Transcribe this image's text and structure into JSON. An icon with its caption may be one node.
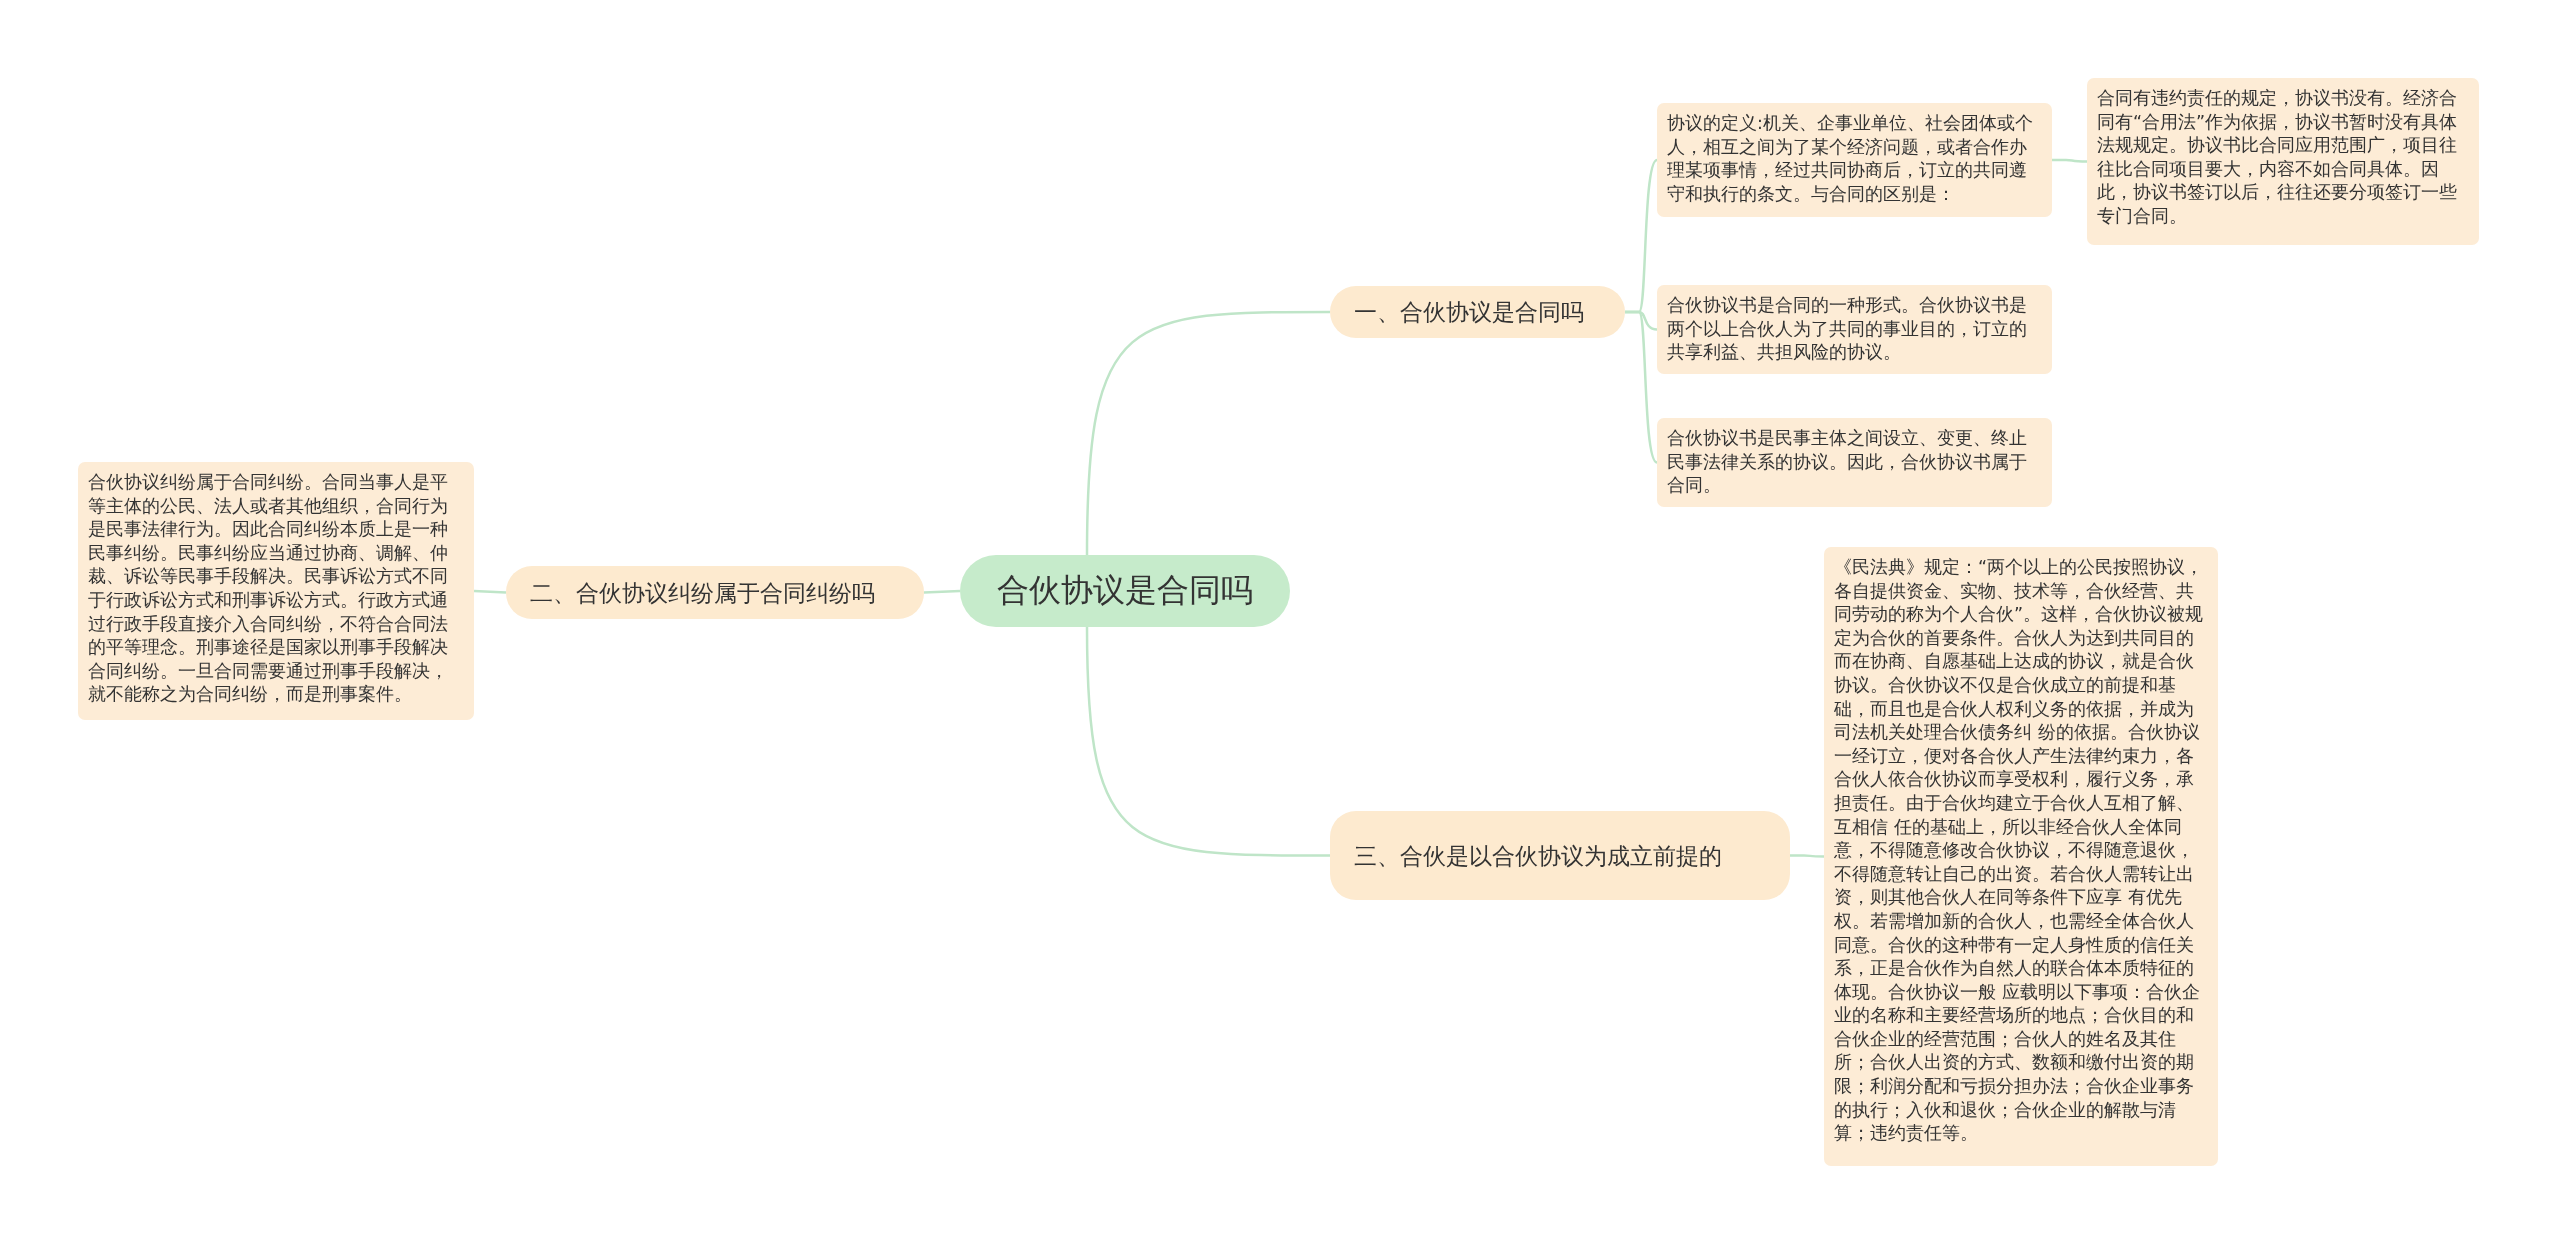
{
  "diagram": {
    "nodes": [
      {
        "text": [
          "合伙协议是合同吗"
        ]
      },
      {
        "text": [
          "一、合伙协议是合同吗"
        ]
      },
      {
        "text": [
          "协议的定义:机关、企事业单位、社会团体或个人，相互之间为了某个经济问题，或者合作办理某项事情，经过共同协商后，订立的共同遵守和执行的条文。与合同的区别是："
        ]
      },
      {
        "text": [
          "合同有违约责任的规定，协议书没有。经济合同有“合用法”作为依据，协议书暂时没有具体法规规定。协议书比合同应用范围广，项目往往比合同项目要大，内容不如合同具体。因此，协议书签订以后，往往还要分项签订一些专门合同。"
        ]
      },
      {
        "text": [
          "合伙协议书是合同的一种形式。合伙协议书是两个以上合伙人为了共同的事业目的，订立的共享利益、共担风险的协议。"
        ]
      },
      {
        "text": [
          "合伙协议书是民事主体之间设立、变更、终止民事法律关系的协议。因此，合伙协议书属于合同。"
        ]
      },
      {
        "text": [
          "二、合伙协议纠纷属于合同纠纷吗"
        ]
      },
      {
        "text": [
          "合伙协议纠纷属于合同纠纷。合同当事人是平等主体的公民、法人或者其他组织，合同行为是民事法律行为。因此合同纠纷本质上是一种民事纠纷。民事纠纷应当通过协商、调解、仲裁、诉讼等民事手段解决。民事诉讼方式不同于行政诉讼方式和刑事诉讼方式。行政方式通过行政手段直接介入合同纠纷，不符合合同法的平等理念。刑事途径是国家以刑事手段解决合同纠纷。一旦合同需要通过刑事手段解决，就不能称之为合同纠纷，而是刑事案件。"
        ]
      },
      {
        "text": [
          "三、合伙是以合伙协议为成立前提的"
        ]
      },
      {
        "text": [
          "《民法典》规定：“两个以上的公民按照协议，各自提供资金、实物、技术等，合伙经营、共同劳动的称为个人合伙”。这样，合伙协议被规定为合伙的首要条件。合伙人为达到共同目的而在协商、自愿基础上达成的协议，就是合伙协议。合伙协议不仅是合伙成立的前提和基础，而且也是合伙人权利义务的依据，并成为司法机关处理合伙债务纠 纷的依据。合伙协议一经订立，便对各合伙人产生法律约束力，各合伙人依合伙协议而享受权利，履行义务，承担责任。由于合伙均建立于合伙人互相了解、互相信 任的基础上，所以非经合伙人全体同意，不得随意修改合伙协议，不得随意退伙，不得随意转让自己的出资。若合伙人需转让出资，则其他合伙人在同等条件下应享 有优先权。若需增加新的合伙人，也需经全体合伙人同意。合伙的这种带有一定人身性质的信任关系，正是合伙作为自然人的联合体本质特征的体现。合伙协议一般 应载明以下事项：合伙企业的名称和主要经营场所的地点；合伙目的和合伙企业的经营范围；合伙人的姓名及其住所；合伙人出资的方式、数额和缴付出资的期限；利润分配和亏损分担办法；合伙企业事务的执行；入伙和退伙；合伙企业的解散与清算；违约责任等。"
        ]
      }
    ],
    "edges": [
      {
        "from": 0,
        "to": 1,
        "arrow": "none"
      },
      {
        "from": 0,
        "to": 6,
        "arrow": "none"
      },
      {
        "from": 0,
        "to": 8,
        "arrow": "none"
      },
      {
        "from": 1,
        "to": 2,
        "arrow": "none"
      },
      {
        "from": 1,
        "to": 4,
        "arrow": "none"
      },
      {
        "from": 1,
        "to": 5,
        "arrow": "none"
      },
      {
        "from": 2,
        "to": 3,
        "arrow": "none"
      },
      {
        "from": 6,
        "to": 7,
        "arrow": "none"
      },
      {
        "from": 8,
        "to": 9,
        "arrow": "none"
      }
    ]
  }
}
